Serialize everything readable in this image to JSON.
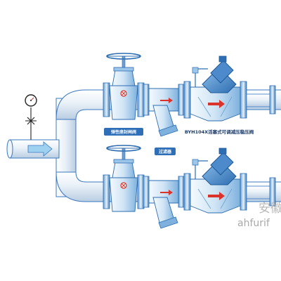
{
  "labels": {
    "gate_valve": "弹性座封闸阀",
    "strainer": "过滤器",
    "pressure_valve": "BYH104X活塞式可调减压稳压阀"
  },
  "watermark": {
    "cn": "安徽",
    "en": "ahfurif"
  },
  "colors": {
    "pipe_fill": "#dfe9f3",
    "pipe_stroke": "#3a78c0",
    "valve_body": "#cfe4f5",
    "valve_shadow": "#6aa2d6",
    "accent_red": "#d9332b",
    "label_fill": "#2e6fb8"
  },
  "icons": {
    "pressure_gauge": "pressure-gauge-icon",
    "flow_arrow": "flow-arrow-icon",
    "handwheel": "handwheel-icon",
    "cock_valve": "cock-valve-icon"
  }
}
